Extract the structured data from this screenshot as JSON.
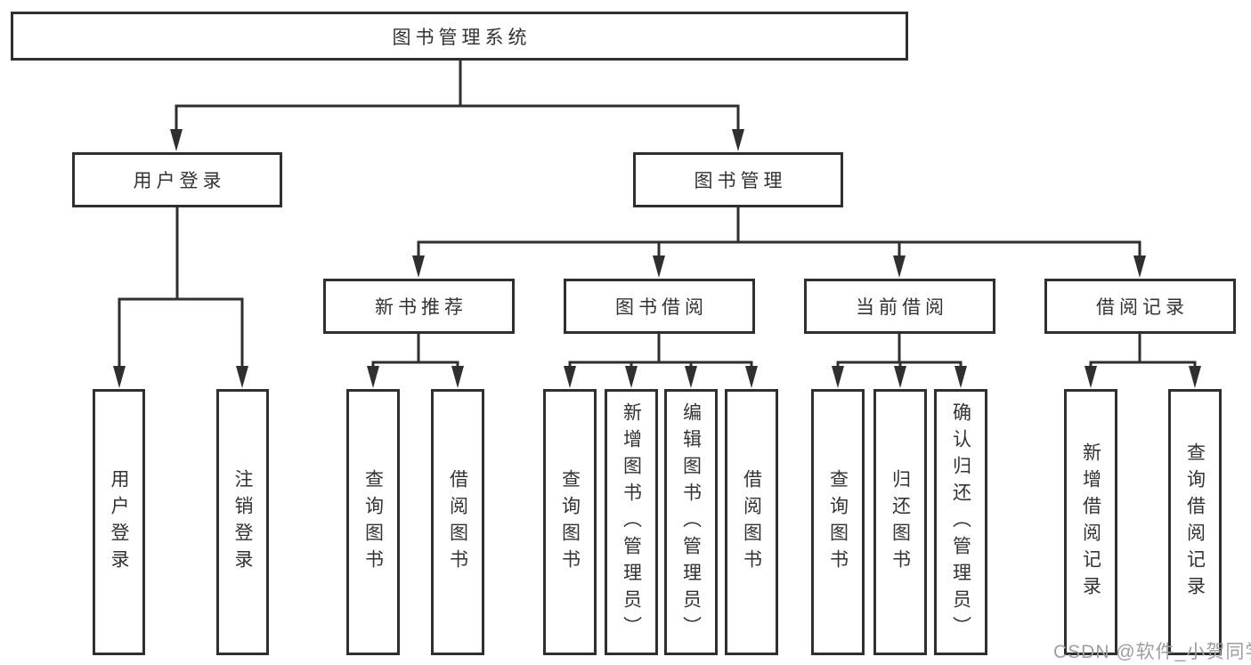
{
  "nodes": {
    "root": "图书管理系统",
    "user_login": "用户登录",
    "book_mgmt": "图书管理",
    "new_book_rec": "新书推荐",
    "book_borrow": "图书借阅",
    "current_borrow": "当前借阅",
    "borrow_records": "借阅记录"
  },
  "leaves": [
    "用户登录",
    "注销登录",
    "查询图书",
    "借阅图书",
    "查询图书",
    "新增图书（管理员）",
    "编辑图书（管理员）",
    "借阅图书",
    "查询图书",
    "归还图书",
    "确认归还（管理员）",
    "新增借阅记录",
    "查询借阅记录"
  ],
  "watermark": "CSDN @软件_小贺同学",
  "colors": {
    "line": "#2f2f2f",
    "text": "#333333",
    "watermark": "#9e9e9e",
    "background": "#ffffff"
  }
}
